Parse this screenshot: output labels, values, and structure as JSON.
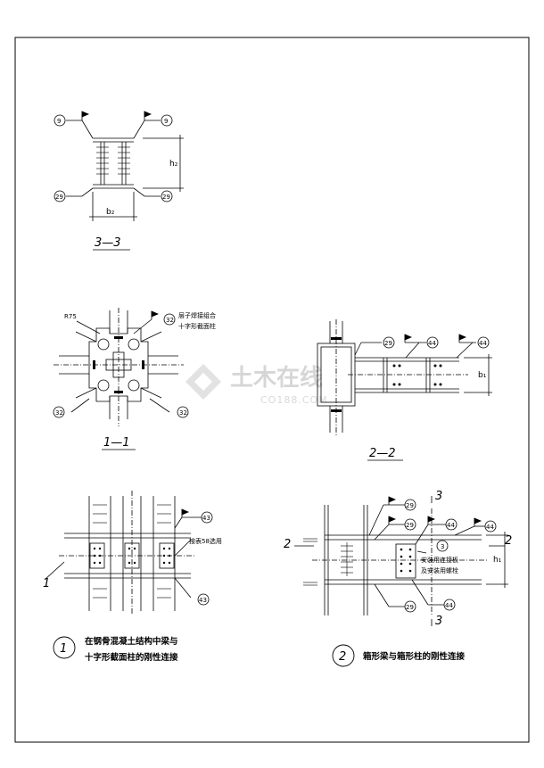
{
  "watermark": {
    "name": "土木在线",
    "sub": "CO188.COM"
  },
  "section_33": {
    "caption": "3—3",
    "dim_h": "h₂",
    "dim_b": "b₂",
    "tag_top": "9",
    "tag_bottom": "29"
  },
  "section_11": {
    "caption": "1—1",
    "radius": "R75",
    "tag": "32",
    "note_line1": "层子焊接组合",
    "note_line2": "十字形截面柱"
  },
  "section_22": {
    "caption": "2—2",
    "tag_a": "29",
    "tag_b": "44",
    "dim": "b₁"
  },
  "detail_1": {
    "number": "1",
    "tag": "43",
    "note": "按表58选用",
    "cut_label": "1",
    "title_line1": "在钢骨混凝土结构中梁与",
    "title_line2": "十字形截面柱的刚性连接"
  },
  "detail_2": {
    "number": "2",
    "cut_label": "2",
    "cut_label_v": "3",
    "tag_29": "29",
    "tag_44": "44",
    "tag_3": "3",
    "note_line1": "安装用连接板",
    "note_line2": "及安装用螺栓",
    "dim": "h₁",
    "title": "箱形梁与箱形柱的刚性连接"
  }
}
